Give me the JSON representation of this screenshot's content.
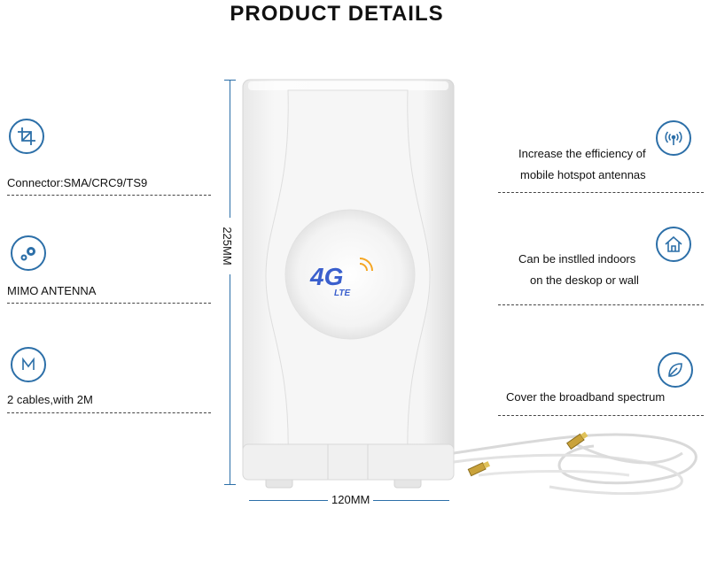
{
  "title": "PRODUCT DETAILS",
  "left_features": [
    {
      "icon": "crop-icon",
      "label": "Connector:SMA/CRC9/TS9"
    },
    {
      "icon": "gears-icon",
      "label": "MIMO ANTENNA"
    },
    {
      "icon": "letter-m-icon",
      "label": "2 cables,with 2M"
    }
  ],
  "right_features": [
    {
      "icon": "wifi-signal-icon",
      "line1": "Increase the efficiency of",
      "line2": "mobile hotspot antennas"
    },
    {
      "icon": "house-icon",
      "line1": "Can be instlled indoors",
      "line2": "on the deskop or wall"
    },
    {
      "icon": "leaf-icon",
      "line1": "Cover the broadband spectrum"
    }
  ],
  "dimensions": {
    "height": "225MM",
    "width": "120MM"
  },
  "product": {
    "logo_main": "4G",
    "logo_sub": "LTE"
  },
  "colors": {
    "icon_blue": "#2c6fa8",
    "logo_blue": "#3a5fcd",
    "logo_orange": "#f5a623"
  }
}
